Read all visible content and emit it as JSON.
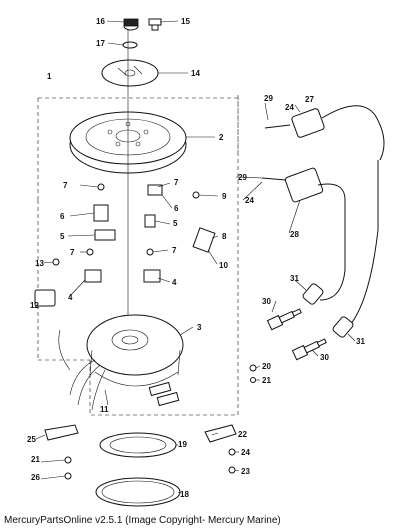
{
  "footer": "MercuryPartsOnline v2.5.1 (Image Copyright- Mercury Marine)",
  "callouts": [
    {
      "id": "c16",
      "num": "16"
    },
    {
      "id": "c15",
      "num": "15"
    },
    {
      "id": "c17",
      "num": "17"
    },
    {
      "id": "c14",
      "num": "14"
    },
    {
      "id": "c1",
      "num": "1"
    },
    {
      "id": "c2",
      "num": "2"
    },
    {
      "id": "c29a",
      "num": "29"
    },
    {
      "id": "c24a",
      "num": "24"
    },
    {
      "id": "c27",
      "num": "27"
    },
    {
      "id": "c7a",
      "num": "7"
    },
    {
      "id": "c7b",
      "num": "7"
    },
    {
      "id": "c6a",
      "num": "6"
    },
    {
      "id": "c6b",
      "num": "6"
    },
    {
      "id": "c9",
      "num": "9"
    },
    {
      "id": "c29b",
      "num": "29"
    },
    {
      "id": "c24b",
      "num": "24"
    },
    {
      "id": "c28",
      "num": "28"
    },
    {
      "id": "c5a",
      "num": "5"
    },
    {
      "id": "c5b",
      "num": "5"
    },
    {
      "id": "c8",
      "num": "8"
    },
    {
      "id": "c7c",
      "num": "7"
    },
    {
      "id": "c7d",
      "num": "7"
    },
    {
      "id": "c10",
      "num": "10"
    },
    {
      "id": "c13",
      "num": "13"
    },
    {
      "id": "c4a",
      "num": "4"
    },
    {
      "id": "c4b",
      "num": "4"
    },
    {
      "id": "c31a",
      "num": "31"
    },
    {
      "id": "c12",
      "num": "12"
    },
    {
      "id": "c30a",
      "num": "30"
    },
    {
      "id": "c3",
      "num": "3"
    },
    {
      "id": "c31b",
      "num": "31"
    },
    {
      "id": "c30b",
      "num": "30"
    },
    {
      "id": "c20",
      "num": "20"
    },
    {
      "id": "c21a",
      "num": "21"
    },
    {
      "id": "c11",
      "num": "11"
    },
    {
      "id": "c22",
      "num": "22"
    },
    {
      "id": "c25",
      "num": "25"
    },
    {
      "id": "c19",
      "num": "19"
    },
    {
      "id": "c24c",
      "num": "24"
    },
    {
      "id": "c21b",
      "num": "21"
    },
    {
      "id": "c23",
      "num": "23"
    },
    {
      "id": "c26",
      "num": "26"
    },
    {
      "id": "c18",
      "num": "18"
    }
  ]
}
